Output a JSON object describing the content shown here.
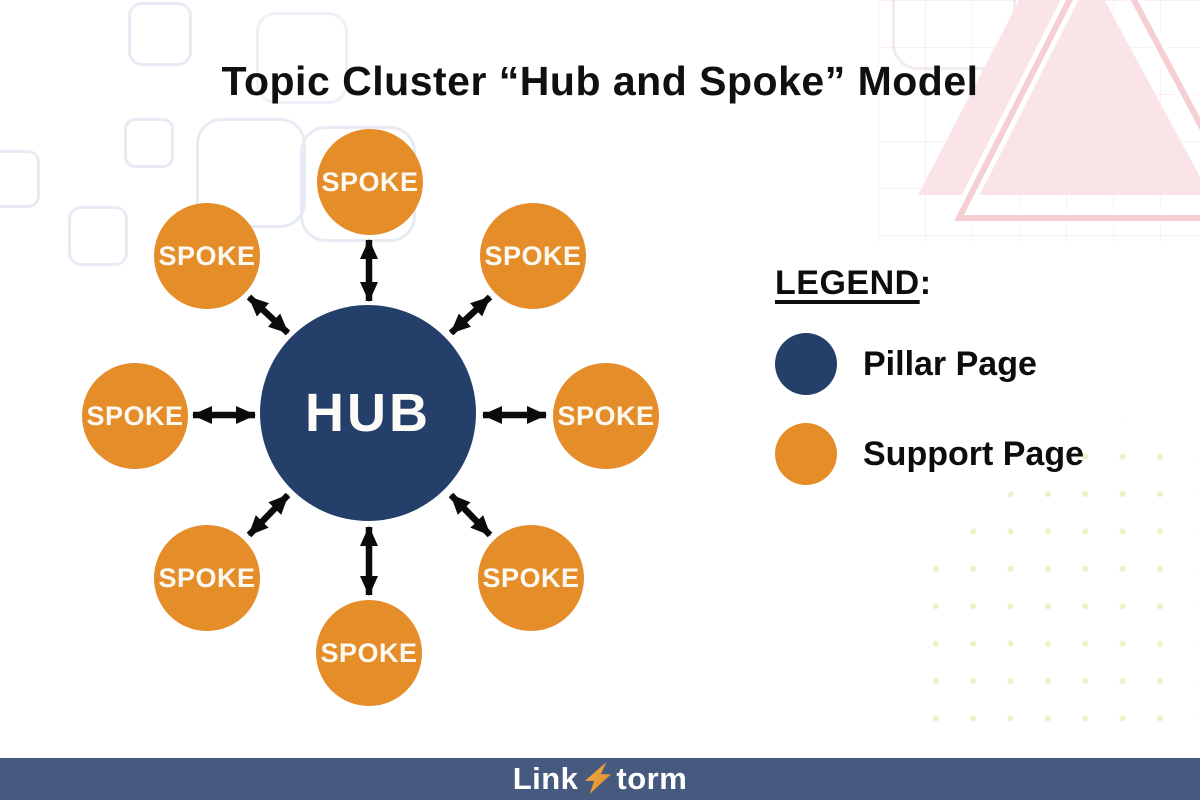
{
  "title": "Topic Cluster “Hub and Spoke” Model",
  "diagram": {
    "hub": {
      "label": "HUB",
      "color": "#24406A",
      "meaning": "Pillar Page"
    },
    "spoke_color": "#E48D29",
    "arrow_color": "#0B0B0B",
    "connector": "double-headed-arrow",
    "spokes": [
      {
        "position": "top",
        "label": "SPOKE"
      },
      {
        "position": "top-left",
        "label": "SPOKE"
      },
      {
        "position": "top-right",
        "label": "SPOKE"
      },
      {
        "position": "left",
        "label": "SPOKE"
      },
      {
        "position": "right",
        "label": "SPOKE"
      },
      {
        "position": "bottom-left",
        "label": "SPOKE"
      },
      {
        "position": "bottom-right",
        "label": "SPOKE"
      },
      {
        "position": "bottom",
        "label": "SPOKE"
      }
    ]
  },
  "legend": {
    "title": "LEGEND",
    "colon": ":",
    "items": [
      {
        "label": "Pillar Page",
        "color": "#24406A"
      },
      {
        "label": "Support Page",
        "color": "#E48D29"
      }
    ]
  },
  "footer": {
    "logo_prefix": "Link",
    "logo_suffix": "torm",
    "logo_icon": "lightning-bolt-s-icon",
    "bar_color": "#46597E",
    "bolt_color": "#E9A23C"
  },
  "decor": {
    "rounded_squares_color": "#E7ECF4",
    "triangle_fill": "#FAE4E7",
    "triangle_outline": "#F5CFD4",
    "dots_color": "#EFF0C5"
  }
}
